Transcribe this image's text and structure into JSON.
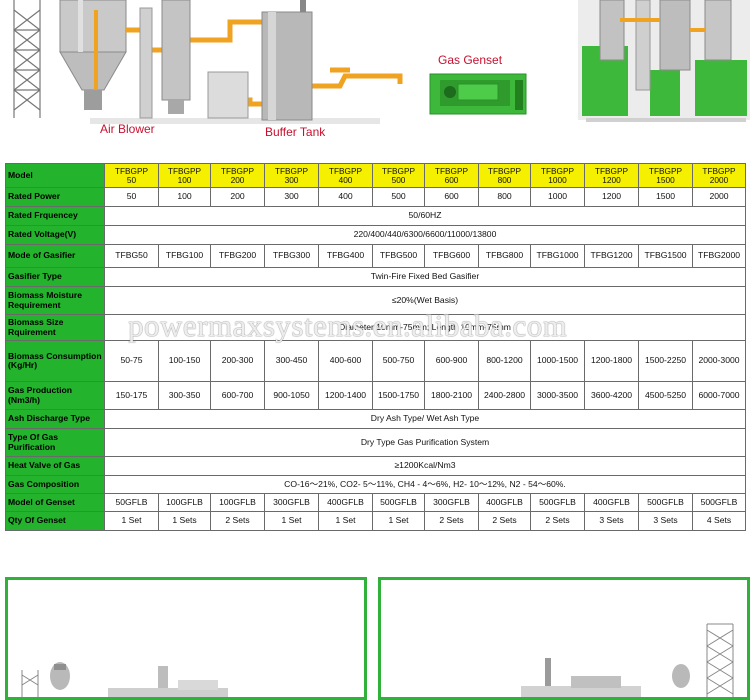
{
  "illustration": {
    "labels": {
      "air_blower": "Air Blower",
      "buffer_tank": "Buffer Tank",
      "gas_genset": "Gas Genset"
    }
  },
  "watermark": "powermaxsystems.en.alibaba.com",
  "table": {
    "model_header": "Model",
    "models": [
      {
        "line1": "TFBGPP",
        "line2": "50"
      },
      {
        "line1": "TFBGPP",
        "line2": "100"
      },
      {
        "line1": "TFBGPP",
        "line2": "200"
      },
      {
        "line1": "TFBGPP",
        "line2": "300"
      },
      {
        "line1": "TFBGPP",
        "line2": "400"
      },
      {
        "line1": "TFBGPP",
        "line2": "500"
      },
      {
        "line1": "TFBGPP",
        "line2": "600"
      },
      {
        "line1": "TFBGPP",
        "line2": "800"
      },
      {
        "line1": "TFBGPP",
        "line2": "1000"
      },
      {
        "line1": "TFBGPP",
        "line2": "1200"
      },
      {
        "line1": "TFBGPP",
        "line2": "1500"
      },
      {
        "line1": "TFBGPP",
        "line2": "2000"
      }
    ],
    "rows": [
      {
        "label": "Rated Power",
        "values": [
          "50",
          "100",
          "200",
          "300",
          "400",
          "500",
          "600",
          "800",
          "1000",
          "1200",
          "1500",
          "2000"
        ]
      },
      {
        "label": "Rated Frquencey",
        "span": "50/60HZ"
      },
      {
        "label": "Rated Voltage(V)",
        "span": "220/400/440/6300/6600/11000/13800"
      },
      {
        "label": "Mode of Gasifier",
        "values": [
          "TFBG50",
          "TFBG100",
          "TFBG200",
          "TFBG300",
          "TFBG400",
          "TFBG500",
          "TFBG600",
          "TFBG800",
          "TFBG1000",
          "TFBG1200",
          "TFBG1500",
          "TFBG2000"
        ]
      },
      {
        "label": "Gasifier Type",
        "span": "Twin-Fire Fixed Bed Gasifier"
      },
      {
        "label": "Biomass Moisture Requirement",
        "span": "≤20%(Wet Basis)"
      },
      {
        "label": "Biomass Size Rquirement",
        "span": "Diameter 10mm-75mm; Length 10mm-75mm"
      },
      {
        "label": "Biomass Consumption (Kg/Hr)",
        "values": [
          "50-75",
          "100-150",
          "200-300",
          "300-450",
          "400-600",
          "500-750",
          "600-900",
          "800-1200",
          "1000-1500",
          "1200-1800",
          "1500-2250",
          "2000-3000"
        ]
      },
      {
        "label": "Gas Production (Nm3/h)",
        "values": [
          "150-175",
          "300-350",
          "600-700",
          "900-1050",
          "1200-1400",
          "1500-1750",
          "1800-2100",
          "2400-2800",
          "3000-3500",
          "3600-4200",
          "4500-5250",
          "6000-7000"
        ]
      },
      {
        "label": "Ash Discharge Type",
        "span": "Dry Ash Type/ Wet Ash Type"
      },
      {
        "label": "Type Of Gas Purification",
        "span": "Dry Type Gas Purification System"
      },
      {
        "label": "Heat Valve of Gas",
        "span": "≥1200Kcal/Nm3"
      },
      {
        "label": "Gas Composition",
        "span": "CO-16～21%,      CO2- 5～11%,      CH4 - 4～6%,      H2-  10～12%,      N2 -  54～60%."
      },
      {
        "label": "Model of Genset",
        "values": [
          "50GFLB",
          "100GFLB",
          "100GFLB",
          "300GFLB",
          "400GFLB",
          "500GFLB",
          "300GFLB",
          "400GFLB",
          "500GFLB",
          "400GFLB",
          "500GFLB",
          "500GFLB"
        ]
      },
      {
        "label": "Qty Of Genset",
        "values": [
          "1 Set",
          "1 Sets",
          "2 Sets",
          "1 Set",
          "1 Set",
          "1 Set",
          "2 Sets",
          "2 Sets",
          "2 Sets",
          "3 Sets",
          "3 Sets",
          "4 Sets"
        ]
      }
    ]
  },
  "colors": {
    "header_green": "#24b32d",
    "model_yellow": "#f4f000",
    "label_red": "#c8102e",
    "panel_border": "#2fb13a"
  }
}
